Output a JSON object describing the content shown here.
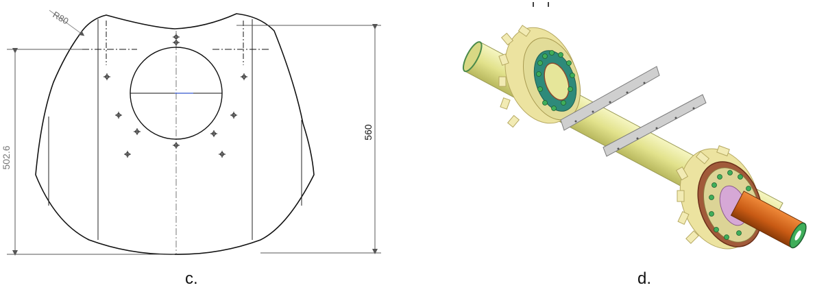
{
  "panel_c": {
    "caption": "c.",
    "radius_label": "R80",
    "dim_left_label": "502.6",
    "dim_right_label": "560"
  },
  "panel_d": {
    "caption": "d."
  },
  "colors": {
    "line": "#111111",
    "dim": "#888888",
    "shaft": "#e6e69a",
    "gear": "#efe7a8",
    "flange": "#2e8a7a",
    "blade": "#c9c9c9",
    "stub": "#d0691f",
    "bearing": "#d6a8d6",
    "hub_green": "#3fae5a"
  }
}
